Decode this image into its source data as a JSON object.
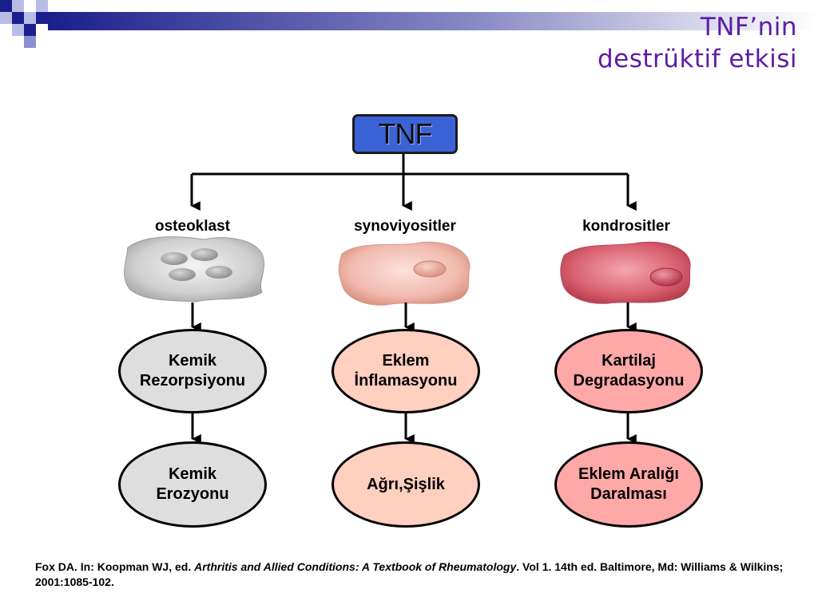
{
  "title": {
    "line1": "TNF’nin",
    "line2": "destrüktif etkisi"
  },
  "root": {
    "label": "TNF"
  },
  "branches": [
    {
      "cell": "osteoklast",
      "effect": "Kemik\nRezorpsiyonu",
      "outcome": "Kemik\nErozyonu"
    },
    {
      "cell": "synoviyositler",
      "effect": "Eklem\nİnflamasyonu",
      "outcome": "Ağrı,Şişlik"
    },
    {
      "cell": "kondrositler",
      "effect": "Kartilaj\nDegradasyonu",
      "outcome": "Eklem Aralığı\nDaralması"
    }
  ],
  "citation": {
    "prefix": "Fox DA. In: Koopman WJ, ed. ",
    "book": "Arthritis and Allied Conditions: A Textbook of Rheumatology",
    "suffix": ". Vol 1. 14th ed. Baltimore, Md: Williams & Wilkins; 2001:1085-102."
  },
  "colors": {
    "title": "#5b1da6",
    "root_fill": "#3b63d6",
    "oval_gray": "#dedede",
    "oval_peach": "#ffcfbf",
    "oval_pink": "#ffa8a8"
  }
}
